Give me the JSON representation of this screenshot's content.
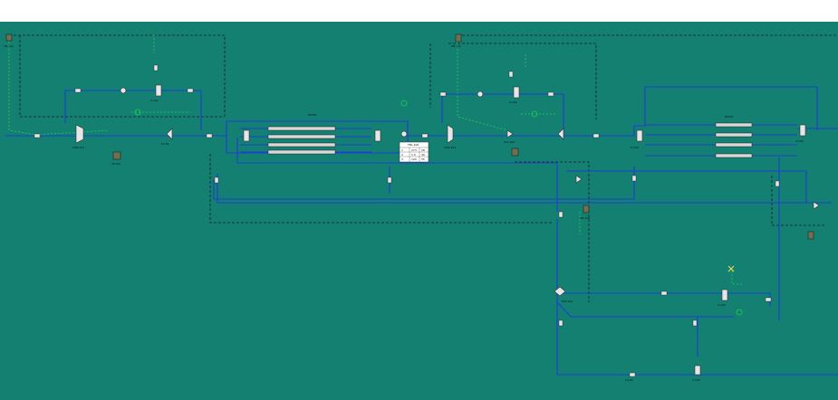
{
  "diagram": {
    "section_labels": {
      "reformer_a": "REFRL",
      "reformer_b": "REFRL"
    },
    "summary_table": {
      "title": "TBL-100",
      "rows": [
        [
          "1",
          "273",
          "28"
        ],
        [
          "2",
          "1.5",
          "40"
        ],
        [
          "3",
          "120",
          "55"
        ]
      ]
    },
    "tags": {
      "left_compressor": "CMP-101",
      "left_cooler": "E-101",
      "left_drum": "V-101",
      "left_control_block": "CB-101",
      "left_tank": "TK-101",
      "mid_compressor": "CMP-102",
      "mid_control_block": "CB-102",
      "mid_separator": "V-102",
      "mid_valve": "VLV-102",
      "right_drum": "V-103",
      "right_exchanger": "E-103",
      "lower_mixer": "MIX-104",
      "lower_drum": "V-104",
      "lower_control_block": "CB-104",
      "bottom_pump": "P-105",
      "bottom_drum": "V-105"
    },
    "icons": {
      "valve": "valve-icon",
      "exchanger": "heat-exchanger-icon",
      "compressor": "compressor-icon",
      "vessel": "vessel-icon",
      "control": "control-block-icon",
      "crossmark": "crossmark-icon"
    },
    "colors": {
      "background": "#138072",
      "pipe": "#1d3fd6",
      "signal": "#1fd24a",
      "envelope": "#1b1b1b"
    }
  }
}
